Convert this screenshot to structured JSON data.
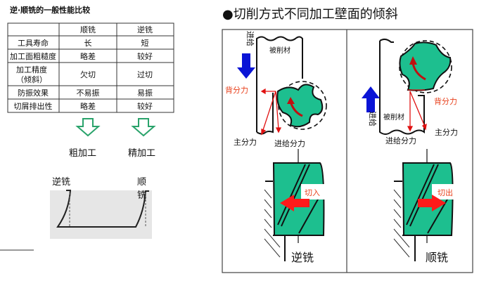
{
  "left": {
    "title": "逆·顺铣的一般性能比较",
    "table": {
      "headers": [
        "",
        "顺铣",
        "逆铣"
      ],
      "rows": [
        [
          "工具寿命",
          "长",
          "短"
        ],
        [
          "加工面粗糙度",
          "略差",
          "较好"
        ],
        [
          "加工精度",
          "欠切",
          "过切"
        ],
        [
          "防振效果",
          "不易振",
          "易振"
        ],
        [
          "切屑排出性",
          "略差",
          "较好"
        ]
      ],
      "row3_sub": "（倾斜）"
    },
    "labels": {
      "rough": "粗加工",
      "finish": "精加工",
      "up": "逆铣",
      "down_1": "顺",
      "down_2": "铣"
    }
  },
  "right": {
    "title": "●切削方式不同加工壁面的倾斜",
    "panel_left": {
      "feed": "进给",
      "workpiece": "被削材",
      "back_force": "背分力",
      "main_force": "主分力",
      "feed_force": "进给分力",
      "cut_label": "切入",
      "caption": "逆铣"
    },
    "panel_right": {
      "feed": "进给",
      "workpiece": "被削材",
      "back_force": "背分力",
      "main_force": "主分力",
      "feed_force": "进给分力",
      "cut_label": "切出",
      "caption": "顺铣"
    }
  },
  "colors": {
    "green": "#1dbf8f",
    "arrow_green": "#2aa36b",
    "blue": "#0a14d6",
    "red": "#ff1a1a",
    "label_red": "#e8401c"
  }
}
